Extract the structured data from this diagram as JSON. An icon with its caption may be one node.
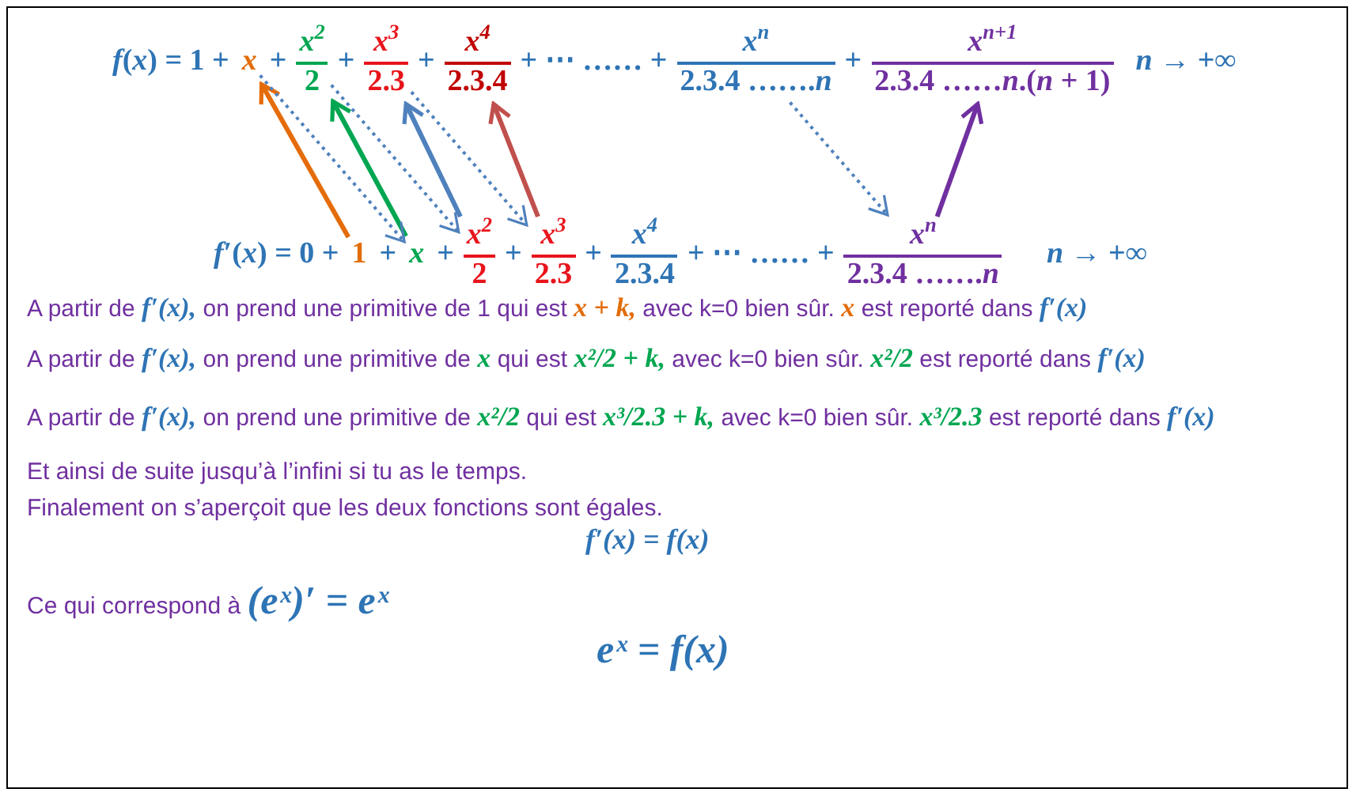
{
  "diagram": {
    "nodes": [
      {
        "text": [
          "x"
        ]
      },
      {
        "text": [
          "x$^{2}$",
          "2"
        ]
      },
      {
        "text": [
          "x$^{3}$",
          "2.3"
        ]
      },
      {
        "text": [
          "x$^{4}$",
          "2.3.4"
        ]
      },
      {
        "text": [
          "x$^{n}$",
          "2.3.4 …….*n*"
        ]
      },
      {
        "text": [
          "x$^{n+1}$",
          "2.3.4 ……*n*.(*n* + 1)"
        ]
      },
      {
        "text": [
          "1"
        ]
      },
      {
        "text": [
          "x"
        ]
      },
      {
        "text": [
          "x$^{2}$",
          "2"
        ]
      },
      {
        "text": [
          "x$^{3}$",
          "2.3"
        ]
      },
      {
        "text": [
          "x$^{n}$",
          "2.3.4 …….*n*"
        ]
      }
    ],
    "edges": [
      {
        "from": 6,
        "to": 0,
        "arrow": "to",
        "color": "#e46c0a"
      },
      {
        "from": 7,
        "to": 1,
        "arrow": "to",
        "color": "#00a651"
      },
      {
        "from": 8,
        "to": 2,
        "arrow": "to"
      },
      {
        "from": 9,
        "to": 3,
        "arrow": "to",
        "color": "#c0504d"
      },
      {
        "from": 10,
        "to": 5,
        "arrow": "to",
        "color": "#7030a0"
      },
      {
        "from": 0,
        "to": 7,
        "arrow": "to",
        "style": "dashed"
      },
      {
        "from": 1,
        "to": 8,
        "arrow": "to",
        "style": "dashed"
      },
      {
        "from": 2,
        "to": 9,
        "arrow": "to",
        "style": "dashed"
      },
      {
        "from": 4,
        "to": 10,
        "arrow": "to",
        "style": "dashed"
      }
    ],
    "labels": [
      "*f*(*x*) = 1 +",
      "+",
      "+",
      "+",
      "+ ⋯ …… +",
      "+",
      "*n* → +∞",
      "*f*′(*x*) = 0 +",
      "+",
      "+",
      "+",
      "+",
      "x$^{4}$",
      "2.3.4",
      "+ ⋯ …… +",
      "*n* → +∞",
      "A partir de *f′(x),* on prend une primitive de 1 qui est *x + k,* avec k=0 bien sûr. *x* est reporté dans *f′(x)*",
      "A partir de *f′(x),* on prend une primitive de *x* qui est *x²/2 + k,* avec k=0 bien sûr. *x²/2* est reporté dans *f′(x)*",
      "A partir de *f′(x),* on prend une primitive de *x²/2* qui est *x³/2.3 + k,* avec k=0 bien sûr. *x³/2.3* est reporté dans *f′(x)*",
      "Et ainsi de suite jusqu’à l’infini si tu as le temps.",
      "Finalement on s’aperçoit que les deux fonctions sont égales.",
      "f′(x) = f(x)",
      "Ce qui correspond à *(eˣ)′ = eˣ*",
      "eˣ = f(x)"
    ]
  }
}
